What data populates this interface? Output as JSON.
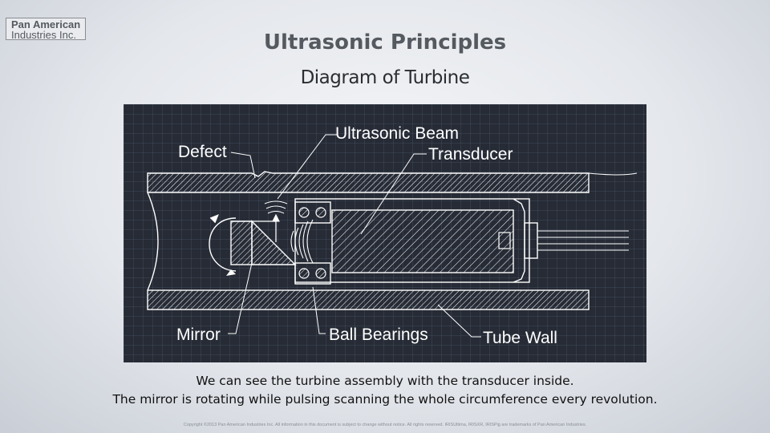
{
  "logo": {
    "line1": "Pan American",
    "line2": "Industries Inc."
  },
  "title": "Ultrasonic Principles",
  "subtitle": "Diagram of Turbine",
  "diagram": {
    "labels": {
      "defect": "Defect",
      "ultrasonic_beam": "Ultrasonic Beam",
      "transducer": "Transducer",
      "mirror": "Mirror",
      "ball_bearings": "Ball Bearings",
      "tube_wall": "Tube Wall"
    },
    "colors": {
      "background": "#262b35",
      "lines": "#ffffff"
    }
  },
  "caption": {
    "line1": "We can see the turbine assembly with the transducer inside.",
    "line2": "The mirror is rotating while pulsing scanning the whole circumference every revolution."
  },
  "copyright": "Copyright ©2013 Pan American Industries Inc.  All information in this document is subject to change without notice.  All rights reserved.  IRISUltima, IRISXR, IRISPig are trademarks of Pan American Industries."
}
